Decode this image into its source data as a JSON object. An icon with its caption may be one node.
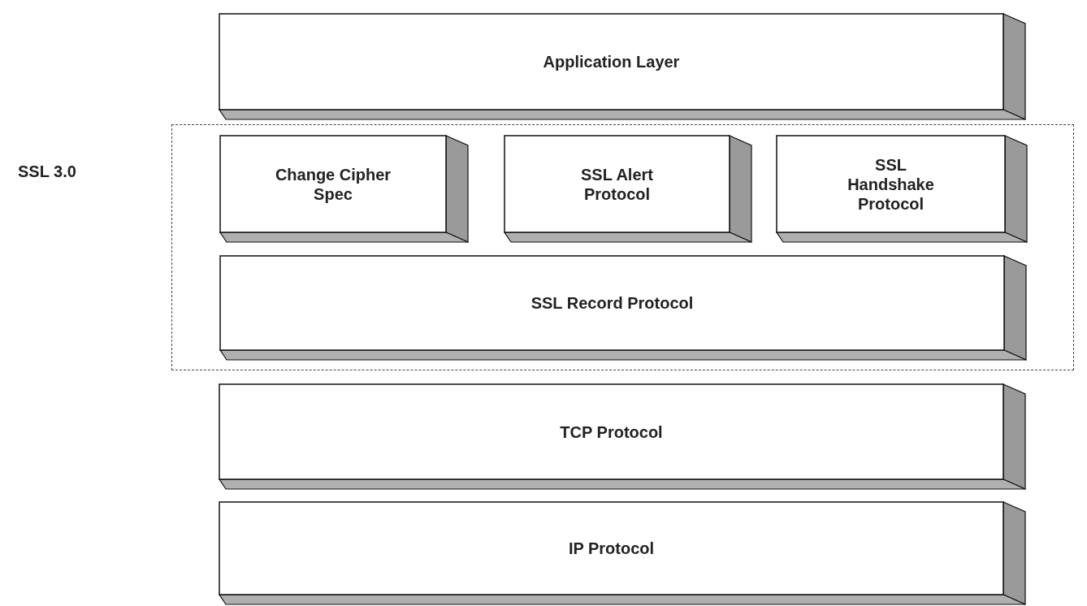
{
  "diagram": {
    "nodes": [
      {
        "text": [
          "Application Layer"
        ]
      },
      {
        "text": [],
        "shape": "box"
      },
      {
        "text": [
          "Change Cipher Spec"
        ],
        "in": 1
      },
      {
        "text": [
          "SSL Alert Protocol"
        ],
        "in": 1
      },
      {
        "text": [
          "SSL Handshake Protocol"
        ],
        "in": 1
      },
      {
        "text": [
          "SSL Record Protocol"
        ],
        "in": 1
      },
      {
        "text": [
          "TCP Protocol"
        ]
      },
      {
        "text": [
          "IP Protocol"
        ]
      }
    ],
    "labels": [
      "SSL 3.0"
    ]
  }
}
